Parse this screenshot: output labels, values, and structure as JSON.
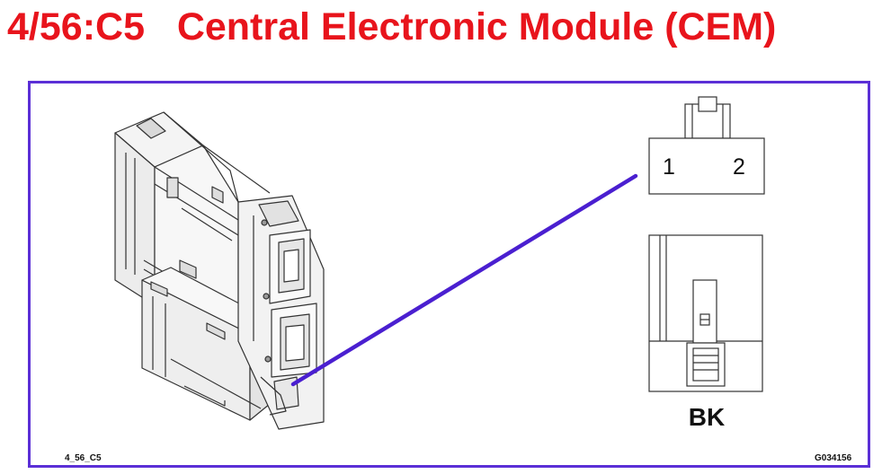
{
  "header": {
    "title": "4/56:C5   Central Electronic Module (CEM)"
  },
  "connector": {
    "pin_labels": [
      "1",
      "2"
    ],
    "color_code": "BK"
  },
  "footer": {
    "figure_ref": "4_56_C5",
    "graphic_id": "G034156"
  },
  "colors": {
    "title": "#e8141c",
    "frame": "#5b2fd6",
    "leader_line": "#4a1fd0",
    "drawing": "#333333"
  },
  "icons": {
    "module": "cem-module-illustration",
    "connector_face": "connector-front-view",
    "connector_side": "connector-side-view"
  }
}
